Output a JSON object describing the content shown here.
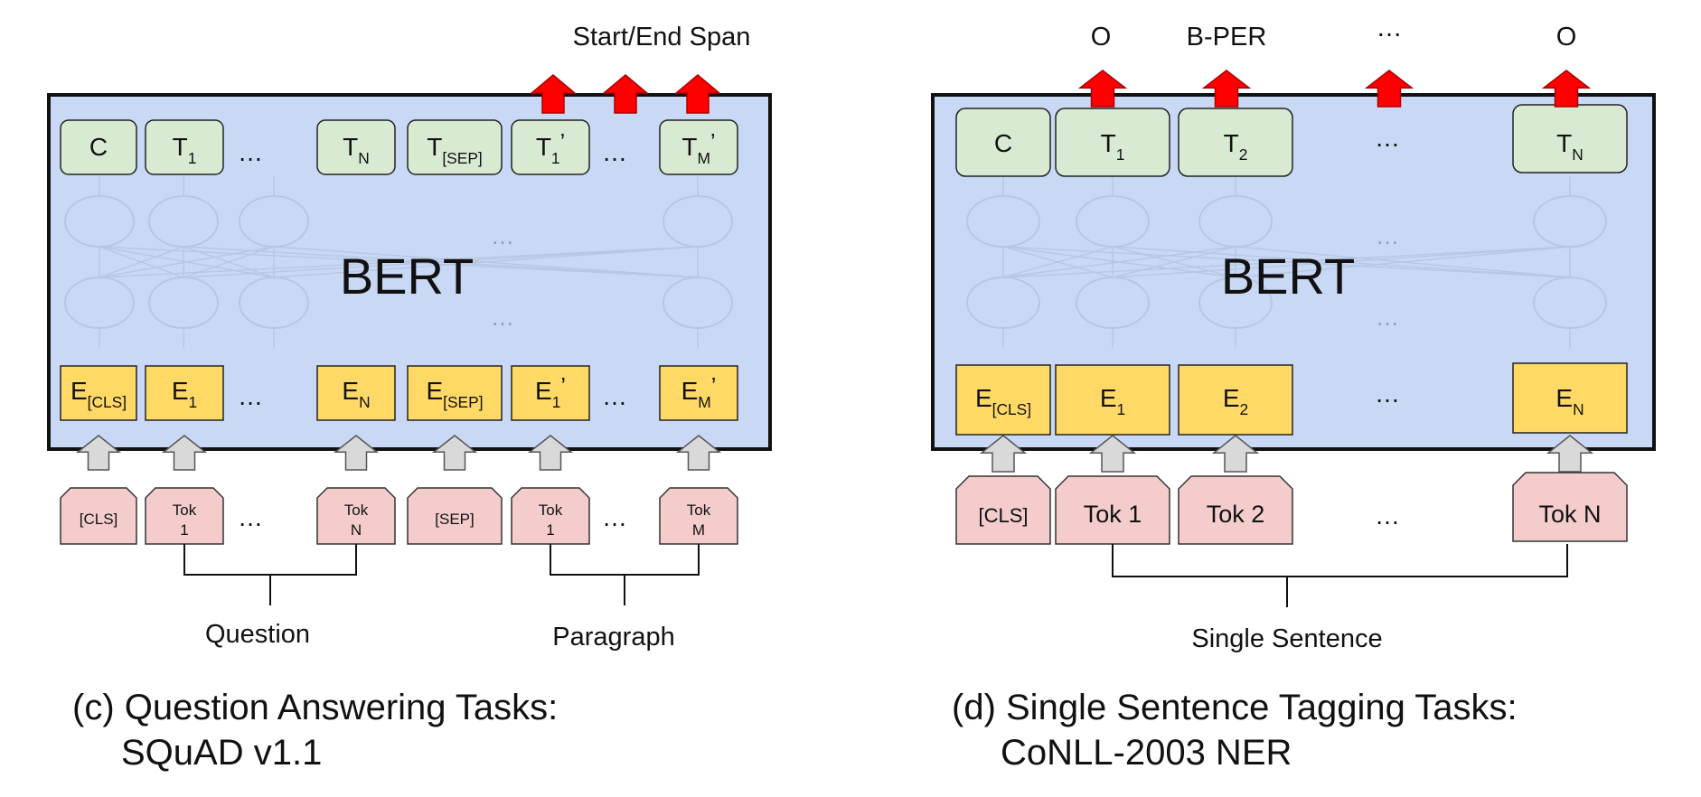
{
  "left": {
    "bert_label": "BERT",
    "output_label": "Start/End Span",
    "outputs": [
      {
        "main": "C",
        "sub": "",
        "prime": ""
      },
      {
        "main": "T",
        "sub": "1",
        "prime": ""
      },
      {
        "main": "…",
        "sub": "",
        "prime": ""
      },
      {
        "main": "T",
        "sub": "N",
        "prime": ""
      },
      {
        "main": "T",
        "sub": "[SEP]",
        "prime": ""
      },
      {
        "main": "T",
        "sub": "1",
        "prime": "’"
      },
      {
        "main": "…",
        "sub": "",
        "prime": ""
      },
      {
        "main": "T",
        "sub": "M",
        "prime": "’"
      }
    ],
    "embeddings": [
      {
        "main": "E",
        "sub": "[CLS]",
        "prime": ""
      },
      {
        "main": "E",
        "sub": "1",
        "prime": ""
      },
      {
        "main": "…",
        "sub": "",
        "prime": ""
      },
      {
        "main": "E",
        "sub": "N",
        "prime": ""
      },
      {
        "main": "E",
        "sub": "[SEP]",
        "prime": ""
      },
      {
        "main": "E",
        "sub": "1",
        "prime": "’"
      },
      {
        "main": "…",
        "sub": "",
        "prime": ""
      },
      {
        "main": "E",
        "sub": "M",
        "prime": "’"
      }
    ],
    "tokens": [
      {
        "line1": "[CLS]",
        "line2": ""
      },
      {
        "line1": "Tok",
        "line2": "1"
      },
      {
        "line1": "…",
        "line2": ""
      },
      {
        "line1": "Tok",
        "line2": "N"
      },
      {
        "line1": "[SEP]",
        "line2": ""
      },
      {
        "line1": "Tok",
        "line2": "1"
      },
      {
        "line1": "…",
        "line2": ""
      },
      {
        "line1": "Tok",
        "line2": "M"
      }
    ],
    "hidden_dots": "…",
    "groups": [
      "Question",
      "Paragraph"
    ],
    "caption_line1": "(c) Question Answering Tasks:",
    "caption_line2": "SQuAD v1.1"
  },
  "right": {
    "bert_label": "BERT",
    "output_labels": [
      "O",
      "B-PER",
      "…",
      "O"
    ],
    "outputs": [
      {
        "main": "C",
        "sub": ""
      },
      {
        "main": "T",
        "sub": "1"
      },
      {
        "main": "T",
        "sub": "2"
      },
      {
        "main": "…",
        "sub": ""
      },
      {
        "main": "T",
        "sub": "N"
      }
    ],
    "embeddings": [
      {
        "main": "E",
        "sub": "[CLS]"
      },
      {
        "main": "E",
        "sub": "1"
      },
      {
        "main": "E",
        "sub": "2"
      },
      {
        "main": "…",
        "sub": ""
      },
      {
        "main": "E",
        "sub": "N"
      }
    ],
    "tokens": [
      "[CLS]",
      "Tok 1",
      "Tok 2",
      "…",
      "Tok N"
    ],
    "hidden_dots": "…",
    "group": "Single Sentence",
    "caption_line1": "(d) Single Sentence Tagging Tasks:",
    "caption_line2": "CoNLL-2003 NER"
  },
  "colors": {
    "bert_fill": "#c9d9f5",
    "output_fill": "#d9ead3",
    "embedding_fill": "#ffd966",
    "token_fill": "#f4cccc",
    "up_arrow": "#ff0000",
    "in_arrow": "#d9d9d9"
  }
}
